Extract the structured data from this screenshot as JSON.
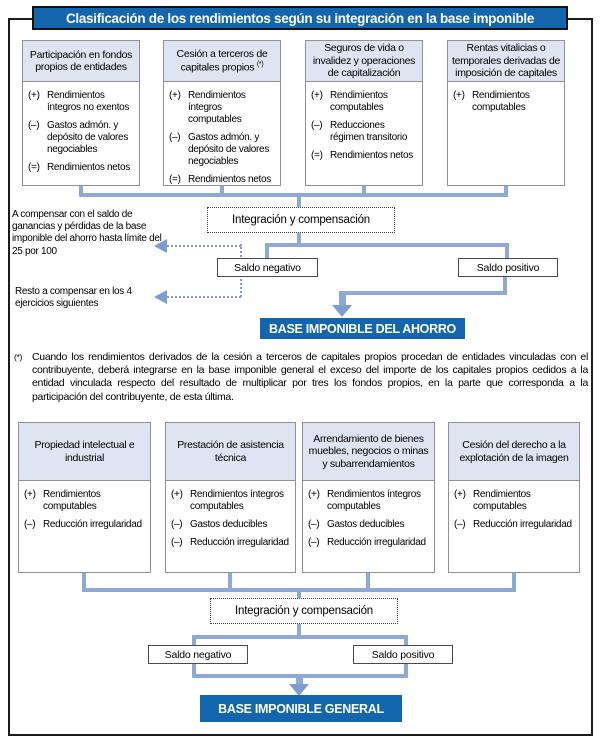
{
  "title": "Clasificación de los rendimientos según su integración en la base imponible",
  "colors": {
    "brand_blue": "#1366ad",
    "header_fill": "#dfe4f2",
    "line_blue": "#8da9d6",
    "arrow_blue": "#7d9cd0"
  },
  "savings": {
    "boxes": [
      {
        "header": "Participación en fondos propios de entidades",
        "items": [
          {
            "sign": "(+)",
            "text": "Rendimientos íntegros no exentos"
          },
          {
            "sign": "(–)",
            "text": "Gastos admón. y depósito de valores negociables"
          },
          {
            "sign": "(=)",
            "text": "Rendimientos netos"
          }
        ]
      },
      {
        "header": "Cesión a terceros de capitales propios",
        "header_ref": "(*)",
        "items": [
          {
            "sign": "(+)",
            "text": "Rendimientos íntegros computables"
          },
          {
            "sign": "(–)",
            "text": "Gastos admón. y depósito de valores negociables"
          },
          {
            "sign": "(=)",
            "text": "Rendimientos netos"
          }
        ]
      },
      {
        "header": "Seguros de vida o invalidez y operaciones de capitalización",
        "items": [
          {
            "sign": "(+)",
            "text": "Rendimientos computables"
          },
          {
            "sign": "(–)",
            "text": "Reducciones régimen transitorio"
          },
          {
            "sign": "(=)",
            "text": "Rendimientos netos"
          }
        ]
      },
      {
        "header": "Rentas vitalicias o temporales derivadas de imposición de capitales",
        "items": [
          {
            "sign": "(+)",
            "text": "Rendimientos computables"
          }
        ]
      }
    ],
    "integration_label": "Integración y compensación",
    "saldo_negativo": "Saldo negativo",
    "saldo_positivo": "Saldo positivo",
    "result": "BASE IMPONIBLE DEL AHORRO",
    "note_carryover_25": "A compensar con el saldo de ganancias y pérdidas de la base imponible del ahorro hasta límite del 25 por 100",
    "note_carryover_4years": "Resto a compensar en los 4 ejercicios siguientes"
  },
  "footnote": {
    "marker": "(*)",
    "text": "Cuando los rendimientos derivados de la cesión a terceros de capitales propios procedan de entidades vinculadas con el contribuyente, deberá integrarse en la base imponible general el exceso del importe de los capitales propios cedidos a la entidad vinculada respecto del resultado de multiplicar por tres los fondos propios, en la parte que corresponda a la participación del contribuyente, de esta última."
  },
  "general": {
    "boxes": [
      {
        "header": "Propiedad intelectual e industrial",
        "items": [
          {
            "sign": "(+)",
            "text": "Rendimientos computables"
          },
          {
            "sign": "(–)",
            "text": "Reducción irregularidad"
          }
        ]
      },
      {
        "header": "Prestación de asistencia técnica",
        "items": [
          {
            "sign": "(+)",
            "text": "Rendimientos íntegros computables"
          },
          {
            "sign": "(–)",
            "text": "Gastos deducibles"
          },
          {
            "sign": "(–)",
            "text": "Reducción irregularidad"
          }
        ]
      },
      {
        "header": "Arrendamiento de bienes muebles, negocios o minas y subarrendamientos",
        "items": [
          {
            "sign": "(+)",
            "text": "Rendimientos íntegros computables"
          },
          {
            "sign": "(–)",
            "text": "Gastos deducibles"
          },
          {
            "sign": "(–)",
            "text": "Reducción irregularidad"
          }
        ]
      },
      {
        "header": "Cesión del derecho a la explotación de la imagen",
        "items": [
          {
            "sign": "(+)",
            "text": "Rendimientos computables"
          },
          {
            "sign": "(–)",
            "text": "Reducción irregularidad"
          }
        ]
      }
    ],
    "integration_label": "Integración y compensación",
    "saldo_negativo": "Saldo negativo",
    "saldo_positivo": "Saldo positivo",
    "result": "BASE IMPONIBLE GENERAL"
  }
}
